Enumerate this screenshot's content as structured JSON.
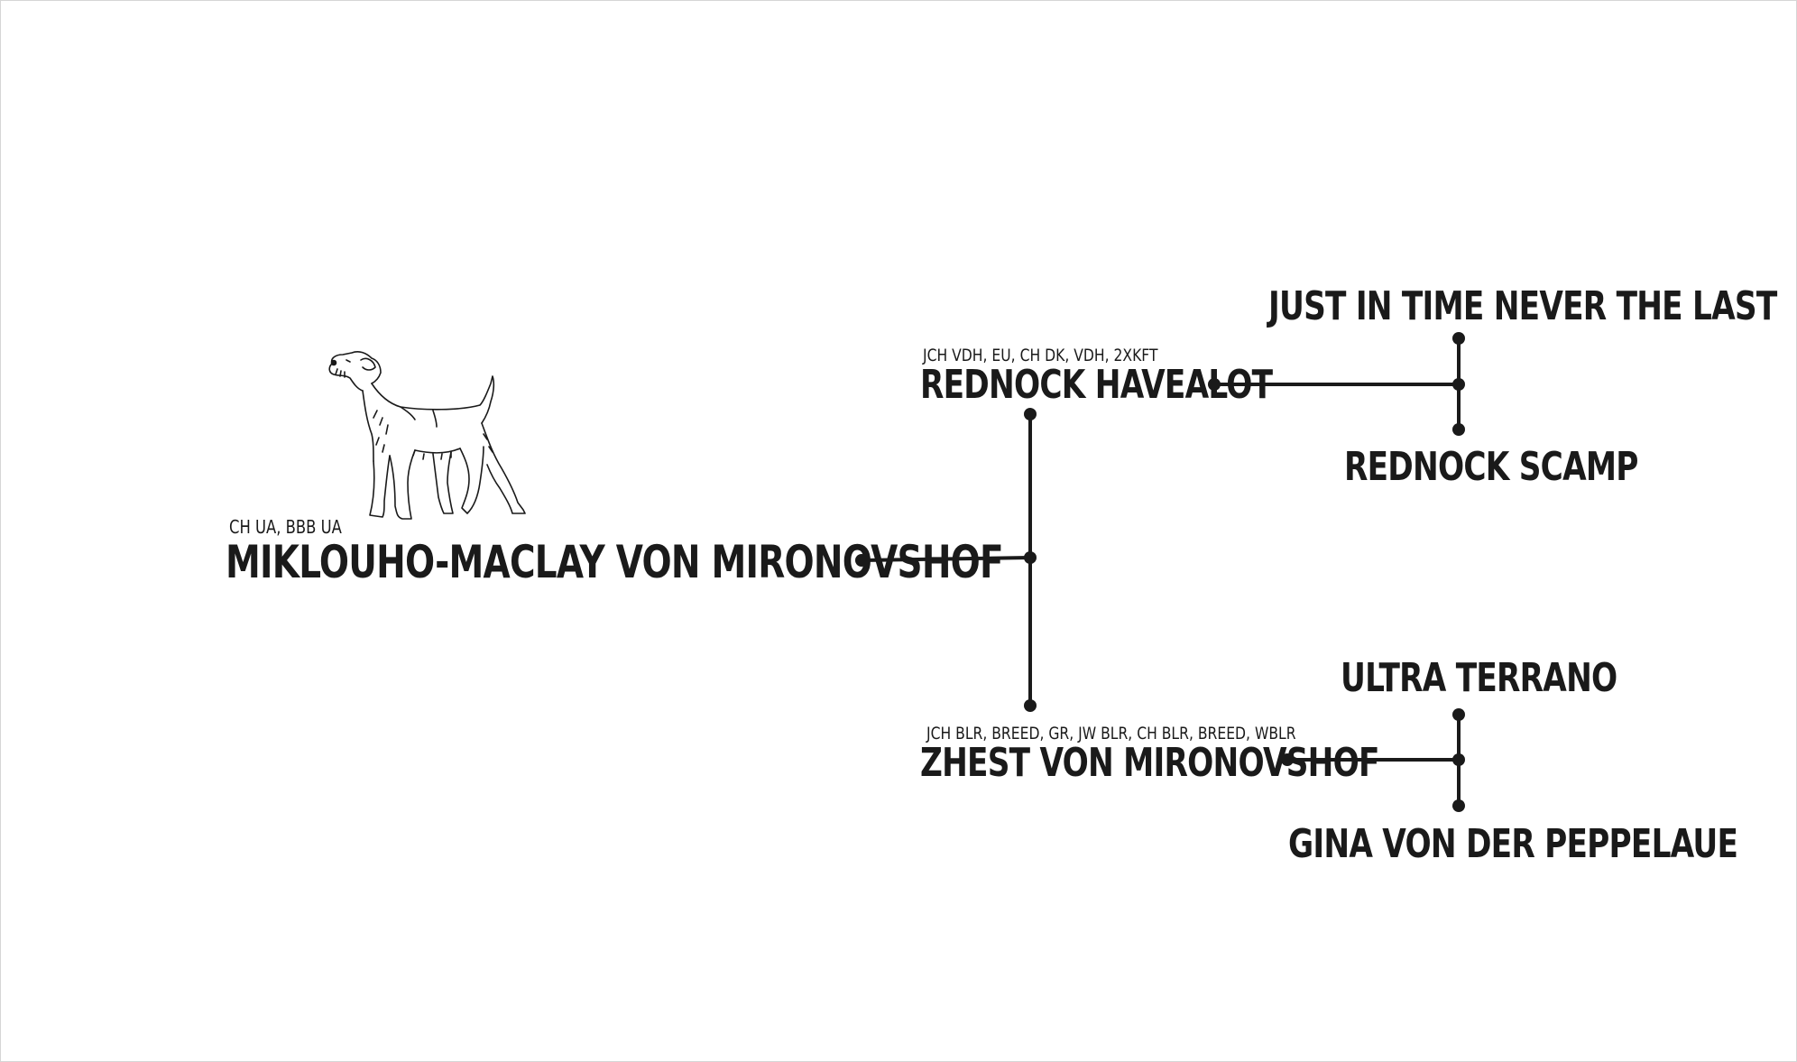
{
  "pedigree": {
    "subject": {
      "title": "CH UA, BBB UA",
      "name": "MIKLOUHO-MACLAY VON MIRONOVSHOF"
    },
    "sire": {
      "title": "JCH VDH, EU, CH DK, VDH, 2XKFT",
      "name": "REDNOCK HAVEALOT"
    },
    "dam": {
      "title": "JCH BLR, BREED, GR, JW BLR, CH BLR, BREED, WBLR",
      "name": "ZHEST VON MIRONOVSHOF"
    },
    "sire_sire": {
      "name": "JUST IN TIME NEVER THE LAST"
    },
    "sire_dam": {
      "name": "REDNOCK SCAMP"
    },
    "dam_sire": {
      "name": "ULTRA TERRANO"
    },
    "dam_dam": {
      "name": "GINA VON DER PEPPELAUE"
    }
  },
  "colors": {
    "line": "#1a1a1a",
    "text": "#1a1a1a",
    "background": "#ffffff"
  },
  "icons": {
    "subject_illustration": "terrier-dog-icon"
  }
}
